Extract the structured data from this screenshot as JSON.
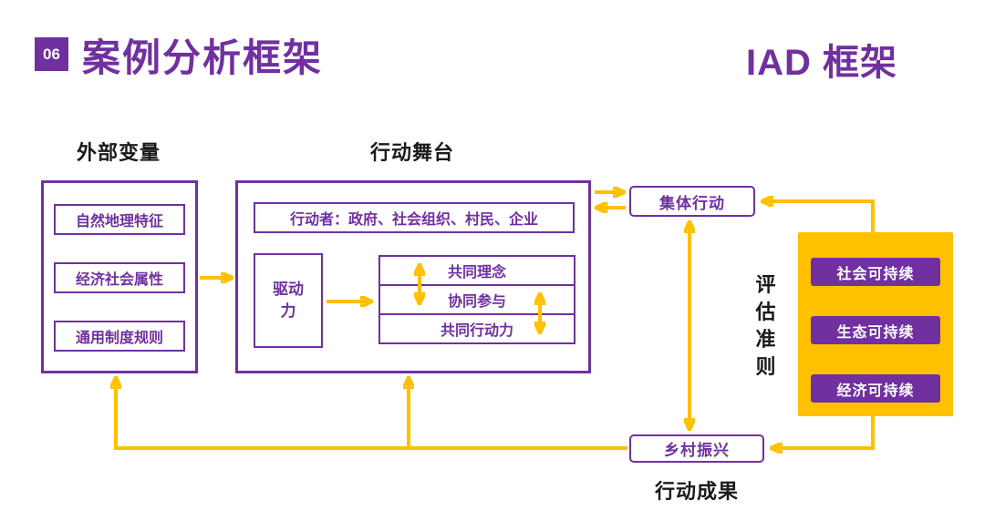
{
  "slide": {
    "badge": "06",
    "title": "案例分析框架",
    "framework_title": "IAD 框架"
  },
  "external_variables": {
    "label": "外部变量",
    "items": [
      "自然地理特征",
      "经济社会属性",
      "通用制度规则"
    ]
  },
  "action_arena": {
    "label": "行动舞台",
    "actors": "行动者：政府、社会组织、村民、企业",
    "driving_force": "驱动力",
    "mechanisms": [
      "共同理念",
      "协同参与",
      "共同行动力"
    ]
  },
  "collective_action": {
    "label": "集体行动"
  },
  "evaluation_criteria": {
    "label": "评估准则",
    "items": [
      "社会可持续",
      "生态可持续",
      "经济可持续"
    ]
  },
  "rural_revitalization": {
    "label": "乡村振兴"
  },
  "action_outcome": {
    "label": "行动成果"
  },
  "colors": {
    "purple": "#7030A0",
    "yellow": "#FFC000",
    "label_text": "#1A1A1A",
    "background": "#FFFFFF"
  }
}
